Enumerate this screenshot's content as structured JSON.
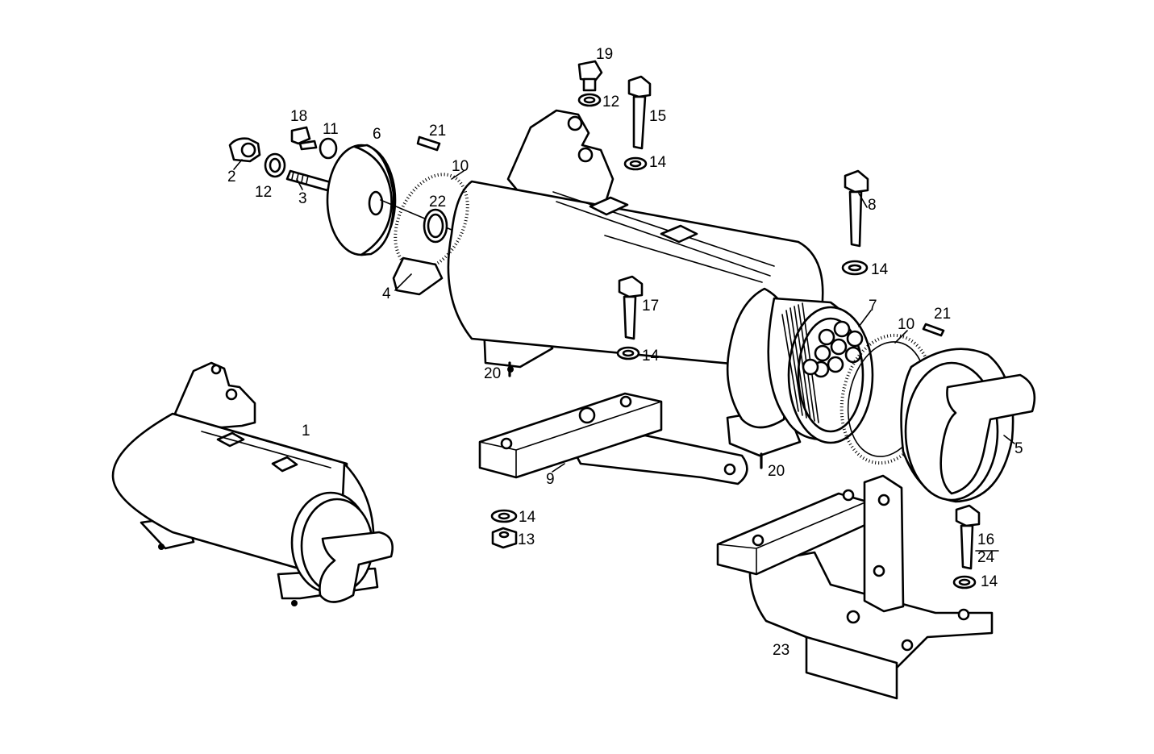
{
  "labels": {
    "p1": "1",
    "p2": "2",
    "p3": "3",
    "p4": "4",
    "p5": "5",
    "p6": "6",
    "p7": "7",
    "p8": "8",
    "p9": "9",
    "p10a": "10",
    "p10b": "10",
    "p11": "11",
    "p12a": "12",
    "p12b": "12",
    "p13": "13",
    "p14a": "14",
    "p14b": "14",
    "p14c": "14",
    "p14d": "14",
    "p14e": "14",
    "p15": "15",
    "p16": "16",
    "p17": "17",
    "p18": "18",
    "p19": "19",
    "p20a": "20",
    "p20b": "20",
    "p21a": "21",
    "p21b": "21",
    "p22": "22",
    "p23": "23",
    "p24": "24"
  }
}
